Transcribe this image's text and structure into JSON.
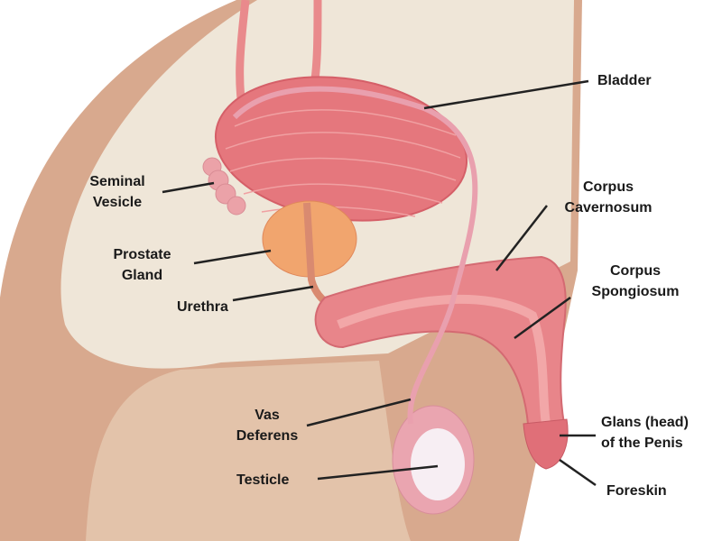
{
  "labels": {
    "bladder": "Bladder",
    "seminal_vesicle": [
      "Seminal",
      "Vesicle"
    ],
    "corpus_cavernosum": [
      "Corpus",
      "Cavernosum"
    ],
    "prostate_gland": [
      "Prostate",
      "Gland"
    ],
    "corpus_spongiosum": [
      "Corpus",
      "Spongiosum"
    ],
    "urethra": "Urethra",
    "vas_deferens": [
      "Vas",
      "Deferens"
    ],
    "glans": [
      "Glans (head)",
      "of the Penis"
    ],
    "testicle": "Testicle",
    "foreskin": "Foreskin"
  },
  "colors": {
    "skin": "#d8a98e",
    "cavity": "#efe6d8",
    "thigh": "#e3c3aa",
    "organ": "#e5777d",
    "prostate": "#f1a56e",
    "testicle": "#f7eef3"
  }
}
